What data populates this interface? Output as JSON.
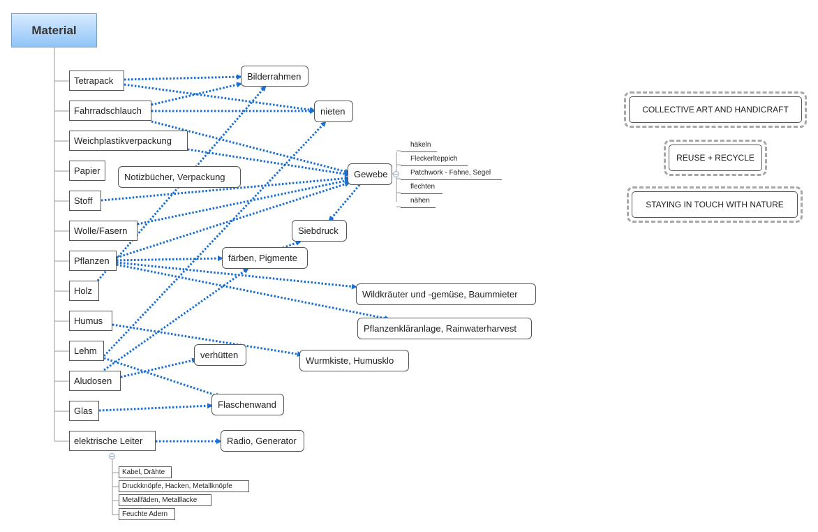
{
  "root": "Material",
  "topics": {
    "tetrapack": "Tetrapack",
    "fahrradschlauch": "Fahrradschlauch",
    "weichplastik": "Weichplastikverpackung",
    "papier": "Papier",
    "stoff": "Stoff",
    "wolle": "Wolle/Fasern",
    "pflanzen": "Pflanzen",
    "holz": "Holz",
    "humus": "Humus",
    "lehm": "Lehm",
    "aludosen": "Aludosen",
    "glas": "Glas",
    "leiter": "elektrische Leiter"
  },
  "targets": {
    "bilderrahmen": "Bilderrahmen",
    "nieten": "nieten",
    "gewebe": "Gewebe",
    "notizbuecher": "Notizbücher, Verpackung",
    "siebdruck": "Siebdruck",
    "faerben": "färben, Pigmente",
    "wildkraeuter": "Wildkräuter und -gemüse, Baummieter",
    "pflanzenklaer": "Pflanzenkläranlage, Rainwaterharvest",
    "wurmkiste": "Wurmkiste, Humusklo",
    "verhuetten": "verhütten",
    "flaschenwand": "Flaschenwand",
    "radio": "Radio, Generator"
  },
  "gewebe_children": [
    "häkeln",
    "Fleckerlteppich",
    "Patchwork - Fahne, Segel",
    "flechten",
    "nähen"
  ],
  "leiter_children": [
    "Kabel, Drähte",
    "Druckknöpfe, Hacken, Metallknöpfe",
    "Metallfäden, Metalllacke",
    "Feuchte Adern"
  ],
  "floating": [
    "COLLECTIVE ART AND HANDICRAFT",
    "REUSE + RECYCLE",
    "STAYING IN TOUCH WITH NATURE"
  ],
  "colors": {
    "relationship": "#1a6fd0",
    "root_gradient_top": "#d8ebff",
    "root_gradient_bottom": "#8fc4f7",
    "branch_line": "#999999",
    "floating_border": "#a7a7a7"
  }
}
